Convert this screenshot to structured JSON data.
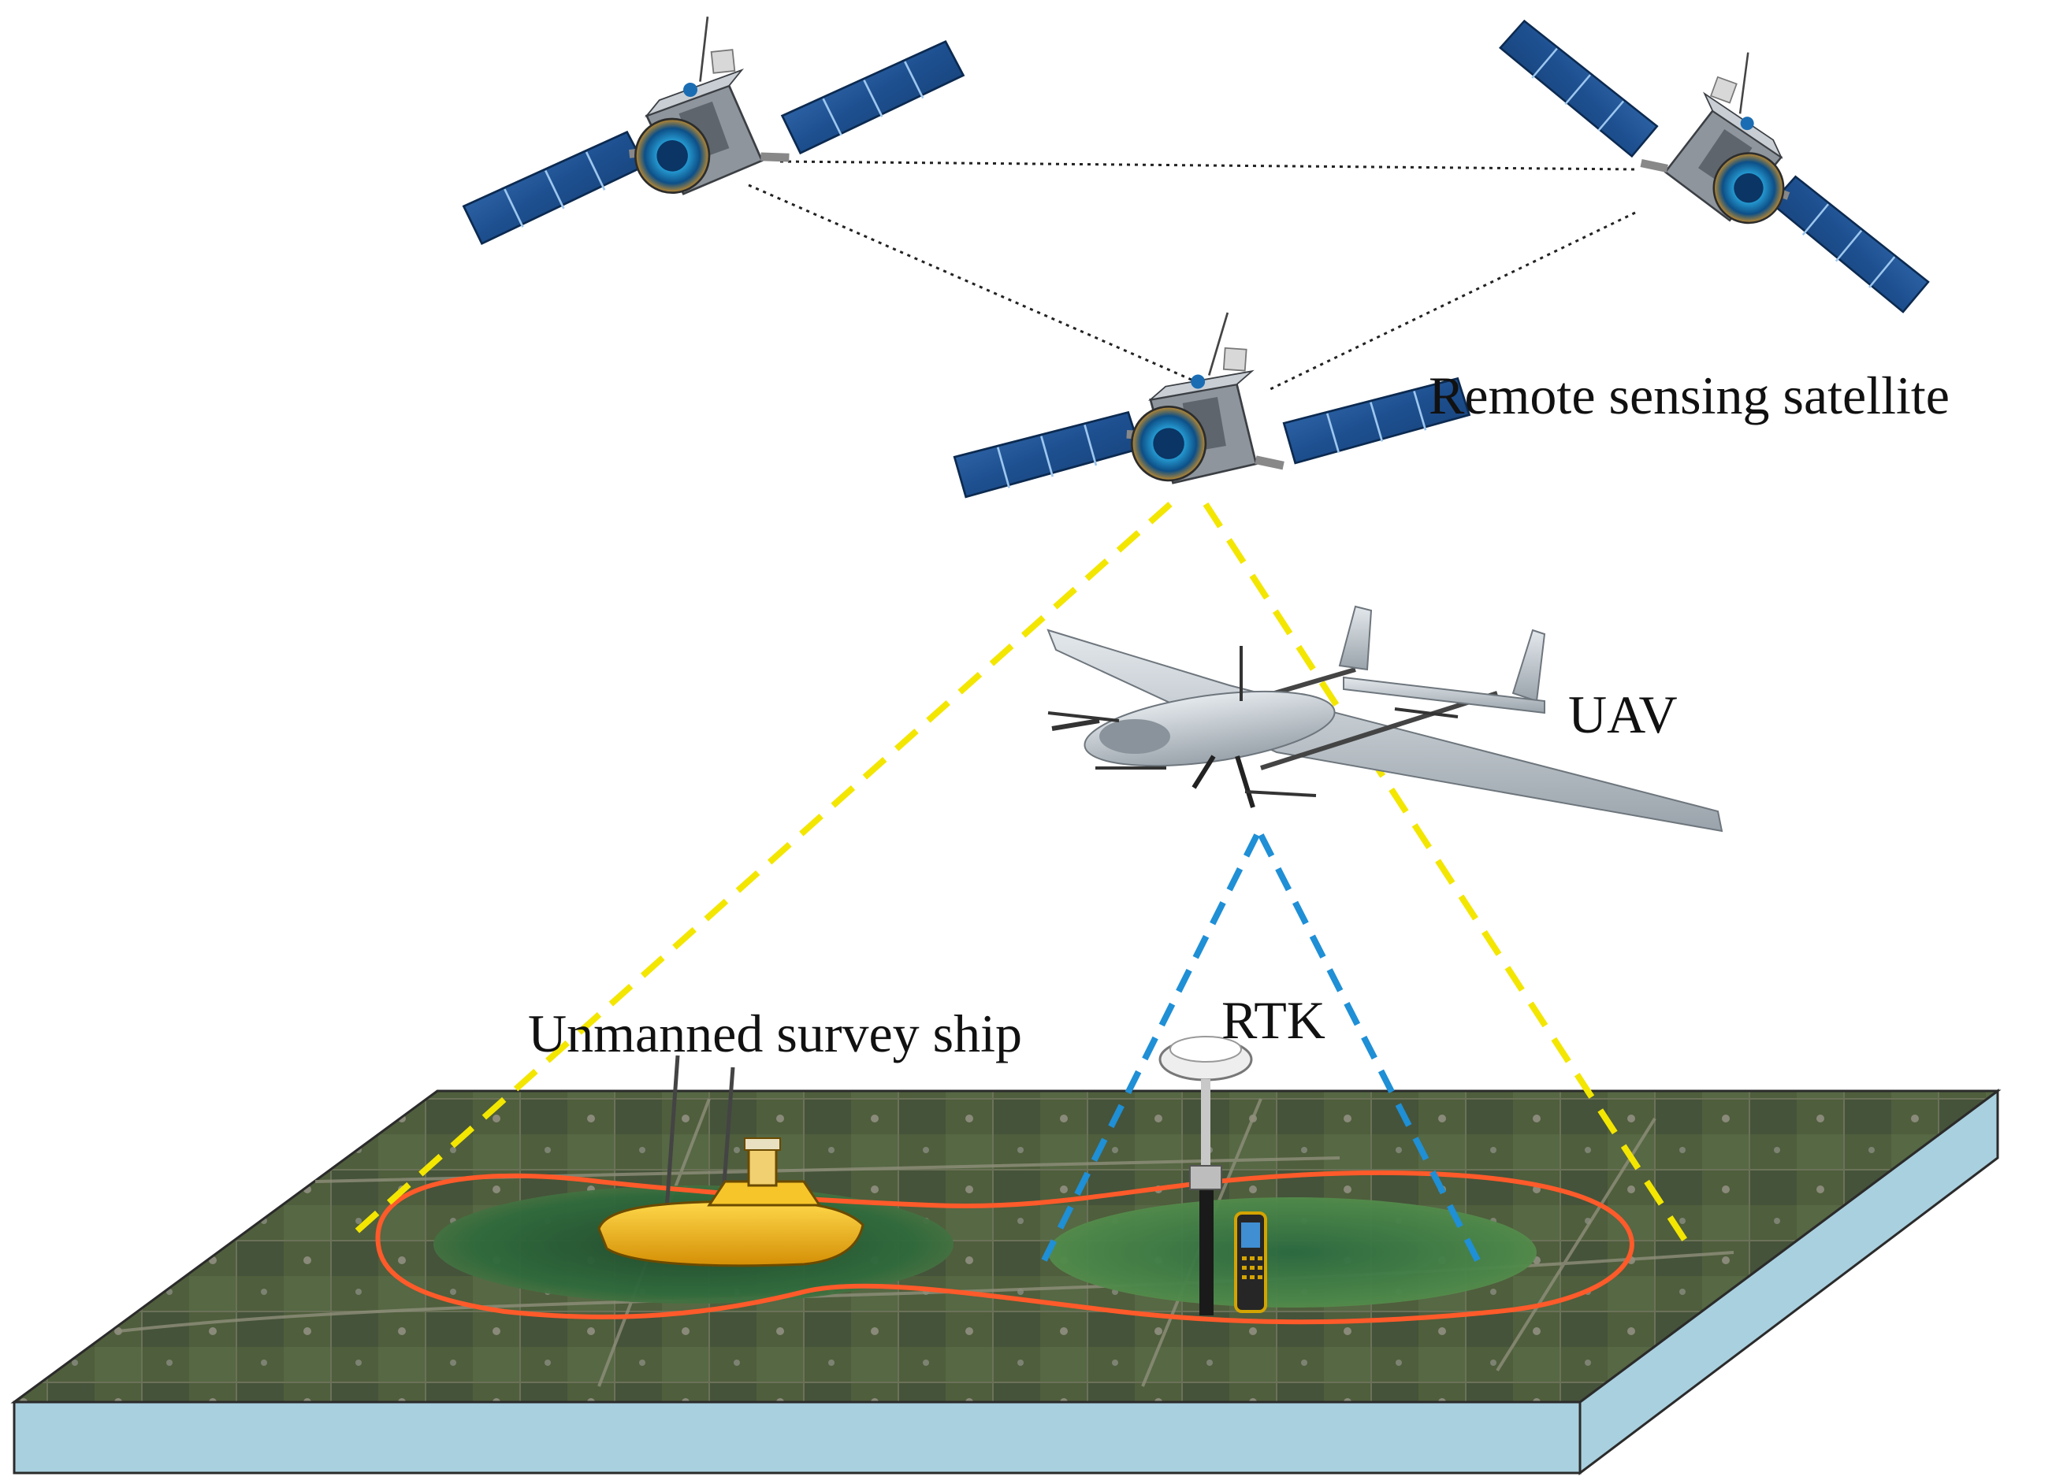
{
  "labels": {
    "satellite": "Remote sensing satellite",
    "uav": "UAV",
    "rtk": "RTK",
    "ship": "Unmanned survey ship"
  },
  "icons": {
    "satellites": [
      "satellite-icon",
      "satellite-icon",
      "satellite-icon"
    ],
    "uav": "uav-icon",
    "ship": "survey-ship-icon",
    "rtk": "rtk-receiver-icon"
  },
  "colors": {
    "satellite_link": "#222222",
    "satellite_footprint": "#f3e600",
    "uav_footprint": "#1f8fd6",
    "lake_boundary": "#ff5a2a",
    "terrain_side": "#a9d0df",
    "terrain_top": "#4c5a39",
    "water": "#2f5a37",
    "ship_hull": "#f2b311",
    "uav_body": "#c9cfd4",
    "solar_panel": "#1d4f8f"
  }
}
